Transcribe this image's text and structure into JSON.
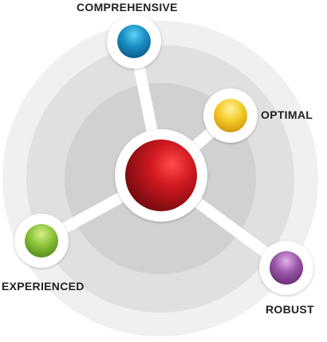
{
  "nodes": [
    {
      "id": "comprehensive",
      "label": "COMPREHENSIVE",
      "color": "#1a8fc4"
    },
    {
      "id": "optimal",
      "label": "OPTIMAL",
      "color": "#f2c21a"
    },
    {
      "id": "experienced",
      "label": "EXPERIENCED",
      "color": "#8cc43a"
    },
    {
      "id": "robust",
      "label": "ROBUST",
      "color": "#8e4a9a"
    }
  ],
  "hub": {
    "color": "#c0121c"
  },
  "rings": {
    "outer": "#f0f0f0",
    "middle": "#e0e0e1",
    "inner": "#d1d1d3"
  }
}
